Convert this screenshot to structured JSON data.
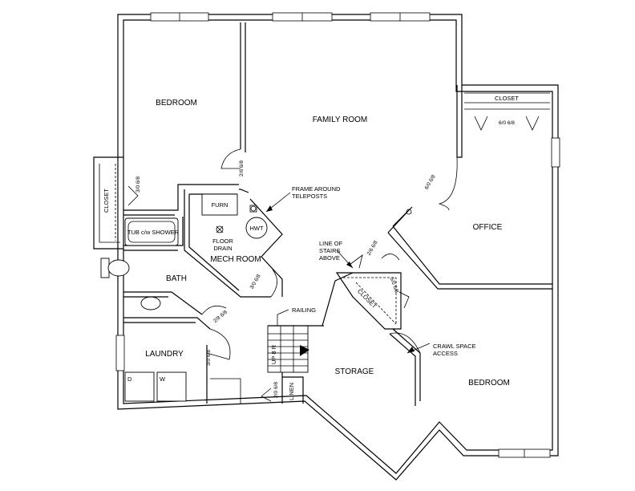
{
  "rooms": {
    "bedroom_1": "BEDROOM",
    "family_room": "FAMILY ROOM",
    "office": "OFFICE",
    "bedroom_2": "BEDROOM",
    "mech_room": "MECH ROOM",
    "bath": "BATH",
    "laundry": "LAUNDRY",
    "storage": "STORAGE"
  },
  "labels": {
    "closet_top": "CLOSET",
    "closet_left": "CLOSET",
    "closet_stair": "CLOSET",
    "furn": "FURN",
    "hwt": "HWT",
    "floor_drain_1": "FLOOR",
    "floor_drain_2": "DRAIN",
    "tub": "TUB c/w SHOWER",
    "frame_1": "FRAME AROUND",
    "frame_2": "TELEPOSTS",
    "stairs_1": "LINE OF",
    "stairs_2": "STAIRS",
    "stairs_3": "ABOVE",
    "railing": "RAILING",
    "crawl_1": "CRAWL SPACE",
    "crawl_2": "ACCESS",
    "up": "UP 8 R",
    "linen": "LINEN",
    "dryer": "D",
    "washer": "W"
  },
  "doors": {
    "d_bed1": "2/6 6/8",
    "d_family_office": "6/0 6/8",
    "d_office_closet": "6/0 6/8",
    "d_closet_left": "3/0 6/8",
    "d_mech": "3/0 6/8",
    "d_bath": "2/8 6/8",
    "d_laundry": "3/0 6/8",
    "d_stair": "2/6 6/8",
    "d_stair_closet": "5/0 6/8",
    "d_linen": "2/0 6/8"
  }
}
